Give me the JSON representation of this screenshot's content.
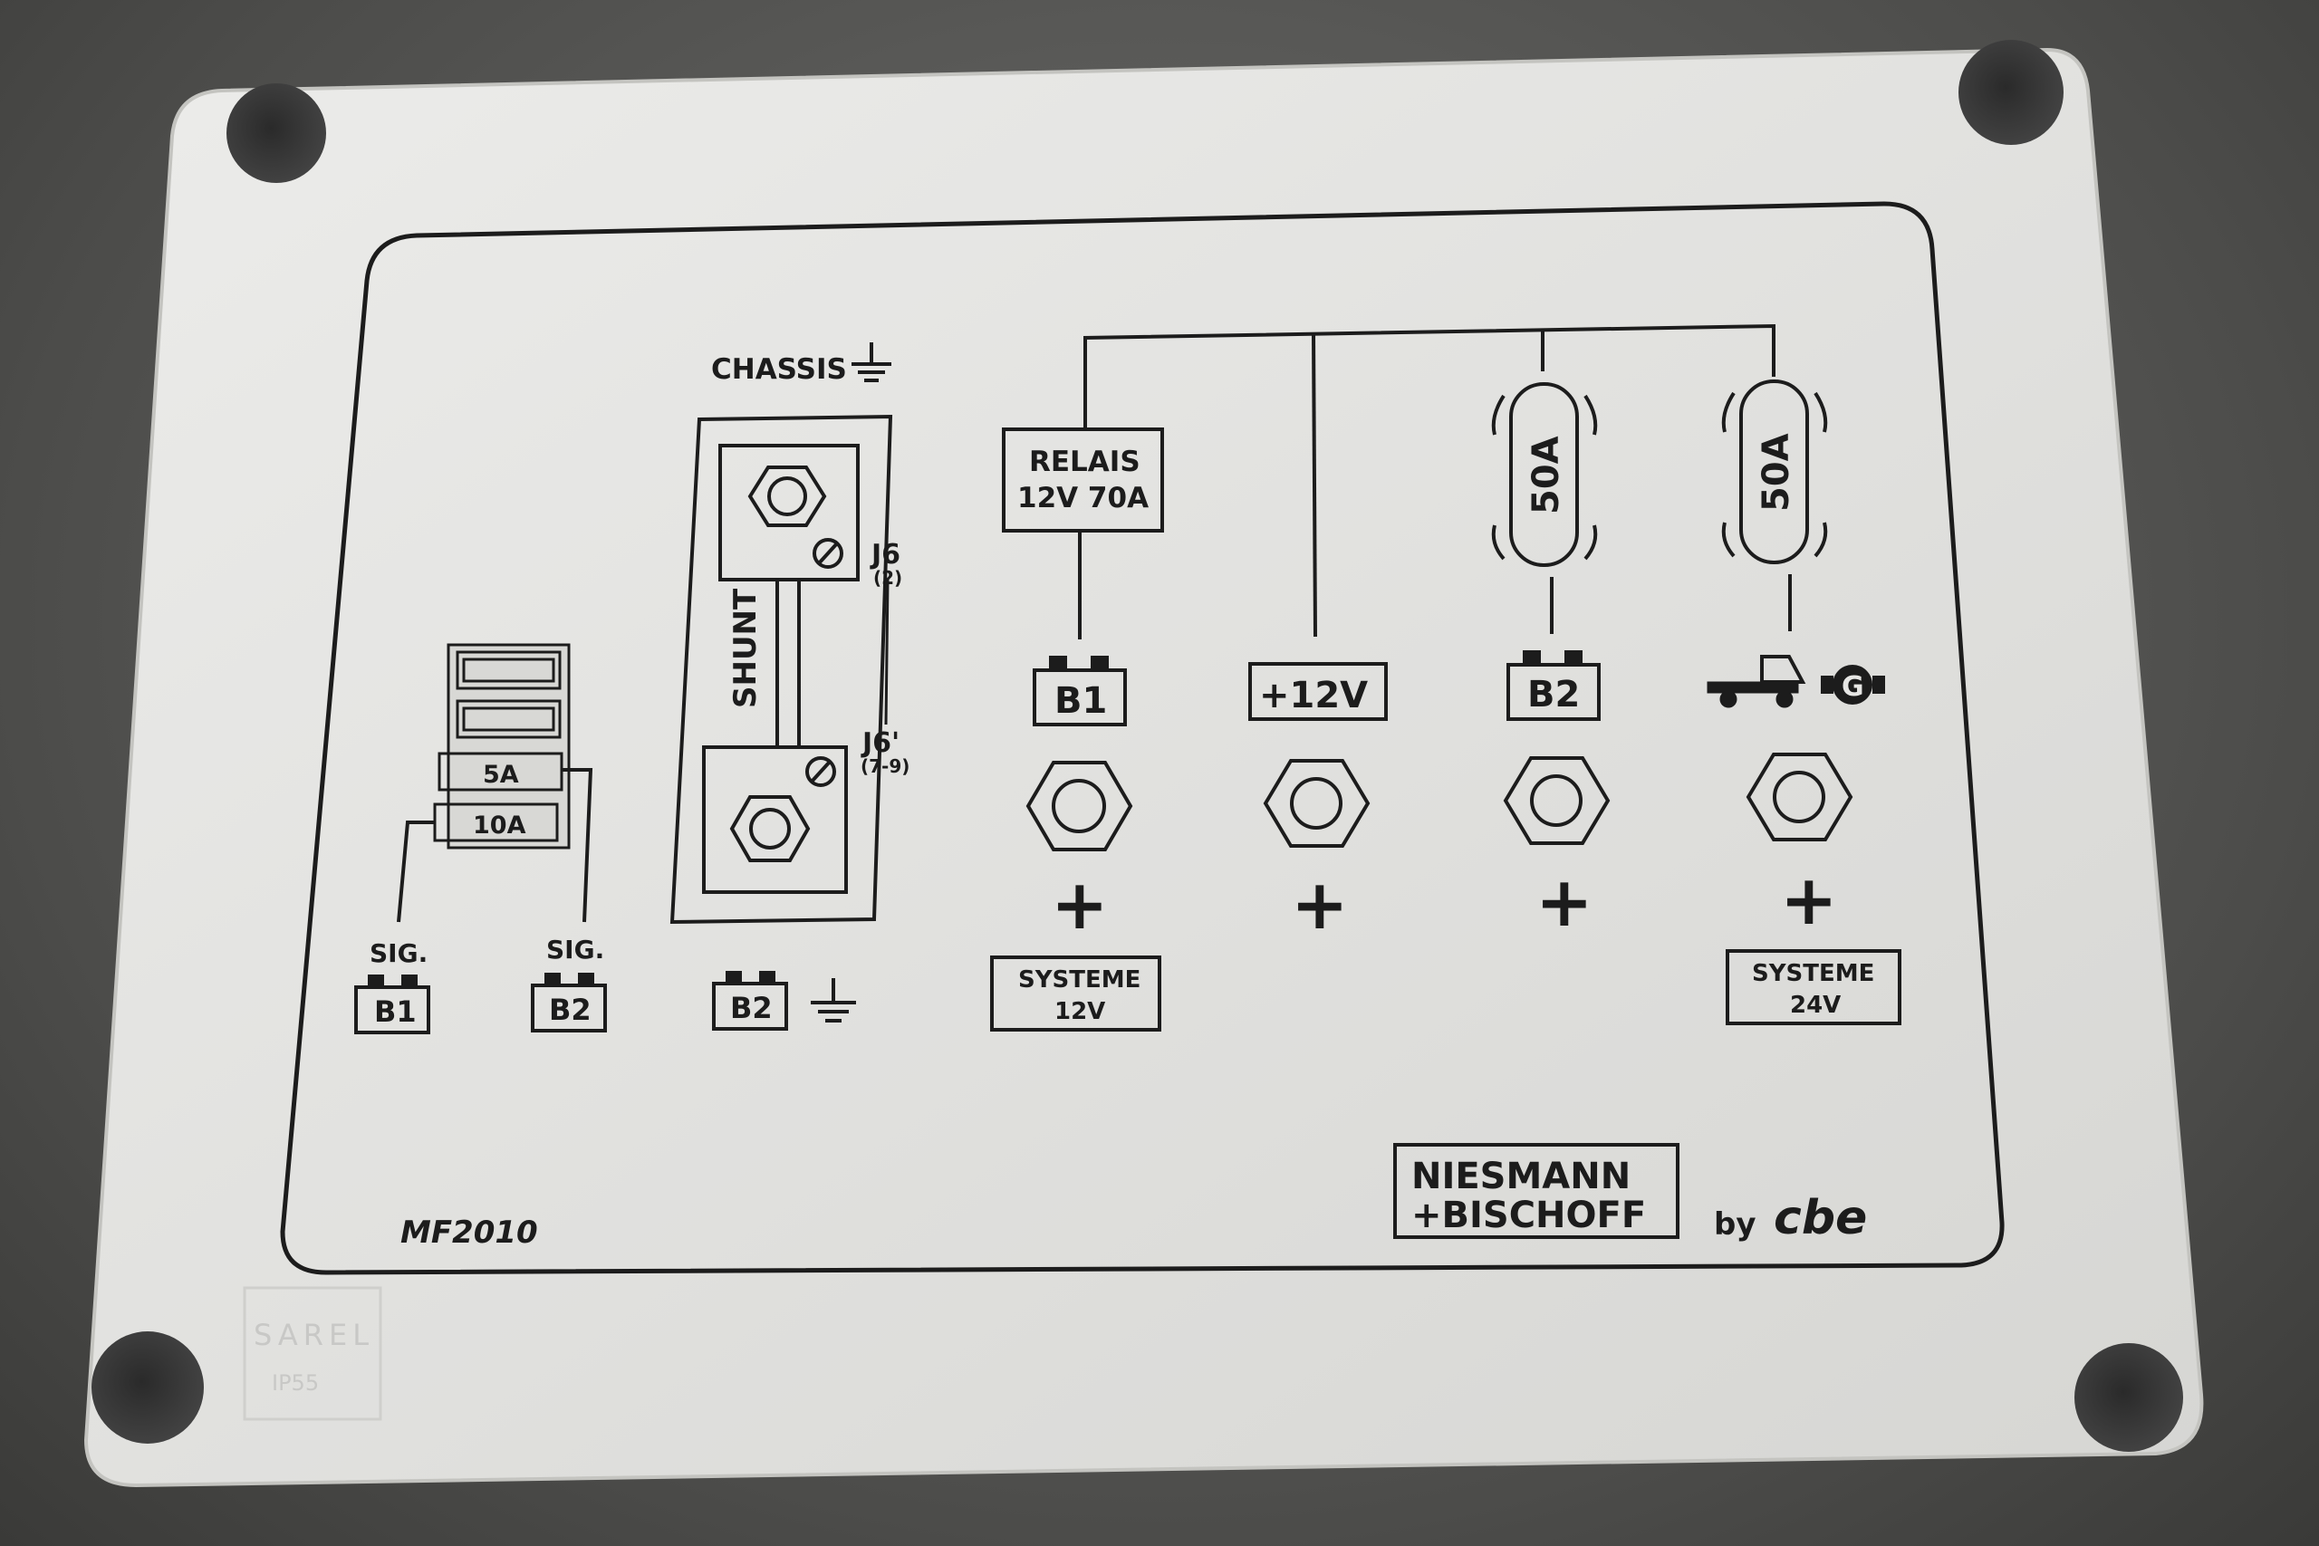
{
  "panel": {
    "chassis_label": "CHASSIS",
    "shunt_label": "SHUNT",
    "j6_top": "J6",
    "j6_top_sub": "(2)",
    "j6_bottom": "J6'",
    "j6_bottom_sub": "(7-9)",
    "relay_line1": "RELAIS",
    "relay_line2": "12V 70A",
    "fuse_left": "50A",
    "fuse_right": "50A",
    "fuse_5a": "5A",
    "fuse_10a": "10A",
    "sig_b1": "SIG.",
    "sig_b2": "SIG.",
    "batt_b1_small": "B1",
    "batt_b2_small": "B2",
    "batt_b2_ground": "B2",
    "term_b1": "B1",
    "term_12v": "+12V",
    "term_b2": "B2",
    "plus_1": "+",
    "plus_2": "+",
    "plus_3": "+",
    "plus_4": "+",
    "system12_line1": "SYSTEME",
    "system12_line2": "12V",
    "system24_line1": "SYSTEME",
    "system24_line2": "24V",
    "generator_letter": "G",
    "model": "MF2010",
    "brand_line1": "NIESMANN",
    "brand_line2": "+BISCHOFF",
    "by": "by",
    "cbe": "cbe"
  },
  "enclosure": {
    "maker": "SAREL",
    "rating": "IP55"
  },
  "colors": {
    "ink": "#1c1c1c",
    "plate": "#e6e6e4",
    "background": "#55554f"
  }
}
